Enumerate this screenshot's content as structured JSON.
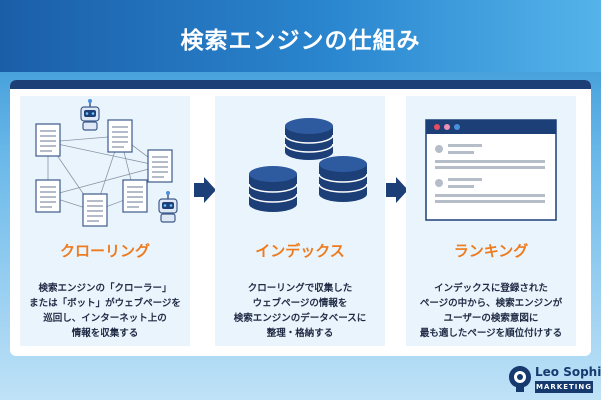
{
  "header": {
    "title": "検索エンジンの仕組み"
  },
  "steps": [
    {
      "title": "クローリング",
      "desc_lines": [
        "検索エンジンの「クローラー」",
        "または「ボット」がウェブページを",
        "巡回し、インターネット上の",
        "情報を収集する"
      ]
    },
    {
      "title": "インデックス",
      "desc_lines": [
        "クローリングで収集した",
        "ウェブページの情報を",
        "検索エンジンのデータベースに",
        "整理・格納する"
      ]
    },
    {
      "title": "ランキング",
      "desc_lines": [
        "インデックスに登録された",
        "ページの中から、検索エンジンが",
        "ユーザーの検索意図に",
        "最も適したページを順位付けする"
      ]
    }
  ],
  "logo": {
    "name": "Leo Sophia",
    "sub": "MARKETING"
  },
  "colors": {
    "header_start": "#1b5ea8",
    "navy": "#1c3f78",
    "accent_orange": "#ee7b1e",
    "card_bg": "#eaf4fc",
    "dot_red": "#e84a5f",
    "dot_pink": "#f08fb4",
    "dot_blue": "#4a90d9"
  },
  "icons": [
    "web-page-icon",
    "robot-icon",
    "database-icon",
    "browser-window-icon",
    "arrow-right-icon"
  ]
}
